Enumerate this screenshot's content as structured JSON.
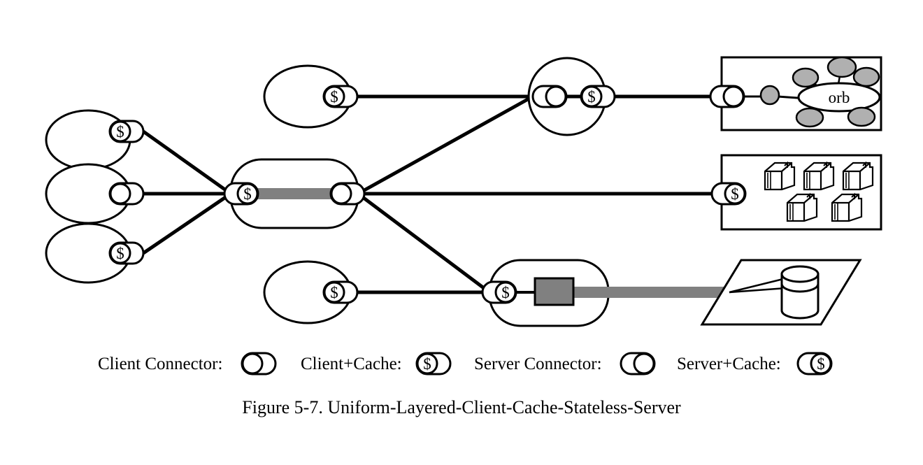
{
  "figure": {
    "caption": "Figure 5-7. Uniform-Layered-Client-Cache-Stateless-Server",
    "orb_label": "orb"
  },
  "colors": {
    "stroke": "#000000",
    "fill": "#ffffff",
    "gray": "#808080",
    "gray_light": "#b0b0b0",
    "background": "#ffffff"
  },
  "legend": {
    "items": [
      {
        "label": "Client Connector:",
        "icon": "client-connector-icon",
        "cache": false,
        "side": "left"
      },
      {
        "label": "Client+Cache:",
        "icon": "client-cache-connector-icon",
        "cache": true,
        "side": "left"
      },
      {
        "label": "Server Connector:",
        "icon": "server-connector-icon",
        "cache": false,
        "side": "right"
      },
      {
        "label": "Server+Cache:",
        "icon": "server-cache-connector-icon",
        "cache": true,
        "side": "right"
      }
    ]
  },
  "nodes": {
    "clients": [
      {
        "name": "client-top-left",
        "connector": "client-cache-connector-icon",
        "cache": true
      },
      {
        "name": "client-middle-left",
        "connector": "client-connector-icon",
        "cache": false
      },
      {
        "name": "client-bottom-left",
        "connector": "client-cache-connector-icon",
        "cache": true
      },
      {
        "name": "client-top-middle",
        "connector": "client-cache-connector-icon",
        "cache": true
      },
      {
        "name": "client-bottom-middle",
        "connector": "client-cache-connector-icon",
        "cache": true
      }
    ],
    "proxy": {
      "name": "layered-proxy-component",
      "left_connector": "server-cache-connector-icon",
      "right_connector": "client-connector-icon"
    },
    "orb_gateway": {
      "name": "orb-gateway-component",
      "left_connector": "server-connector-icon",
      "right_connector": "client-cache-connector-icon"
    },
    "database_server": {
      "name": "database-server-component",
      "left_connector": "server-cache-connector-icon"
    },
    "orb_box": {
      "name": "orb-system-box",
      "connector": "server-connector-icon",
      "satellites": 6
    },
    "documents_box": {
      "name": "documents-system-box",
      "connector": "server-cache-connector-icon",
      "documents": 5
    },
    "database_box": {
      "name": "database-platform",
      "shape": "cylinder-on-parallelogram"
    }
  }
}
